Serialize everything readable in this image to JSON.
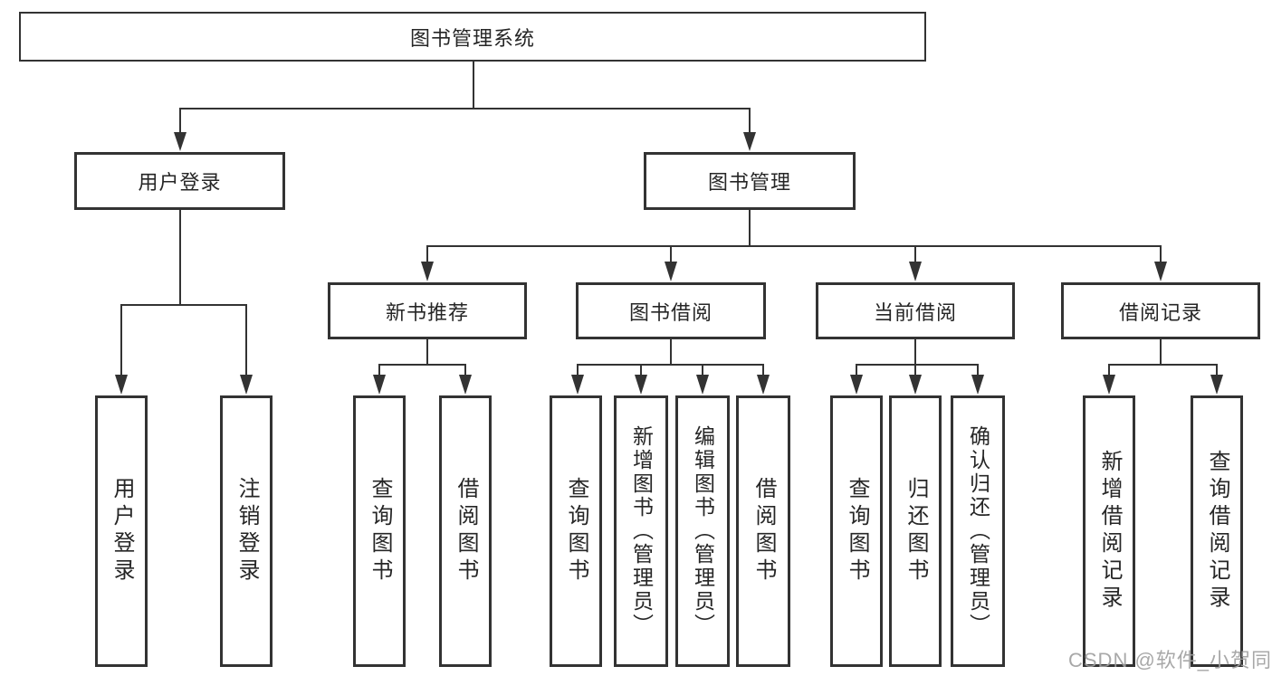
{
  "diagram": {
    "title": "图书管理系统",
    "level1": [
      "用户登录",
      "图书管理"
    ],
    "level2": [
      "新书推荐",
      "图书借阅",
      "当前借阅",
      "借阅记录"
    ],
    "leaves": [
      "用户登录",
      "注销登录",
      "查询图书",
      "借阅图书",
      "查询图书",
      "新增图书（管理员）",
      "编辑图书（管理员）",
      "借阅图书",
      "查询图书",
      "归还图书",
      "确认归还（管理员）",
      "新增借阅记录",
      "查询借阅记录"
    ],
    "watermark": "CSDN @软件_小贺同学",
    "colors": {
      "line": "#333333",
      "box_border": "#333333",
      "text": "#262626",
      "watermark": "#9e9e9e",
      "background": "#ffffff"
    }
  }
}
